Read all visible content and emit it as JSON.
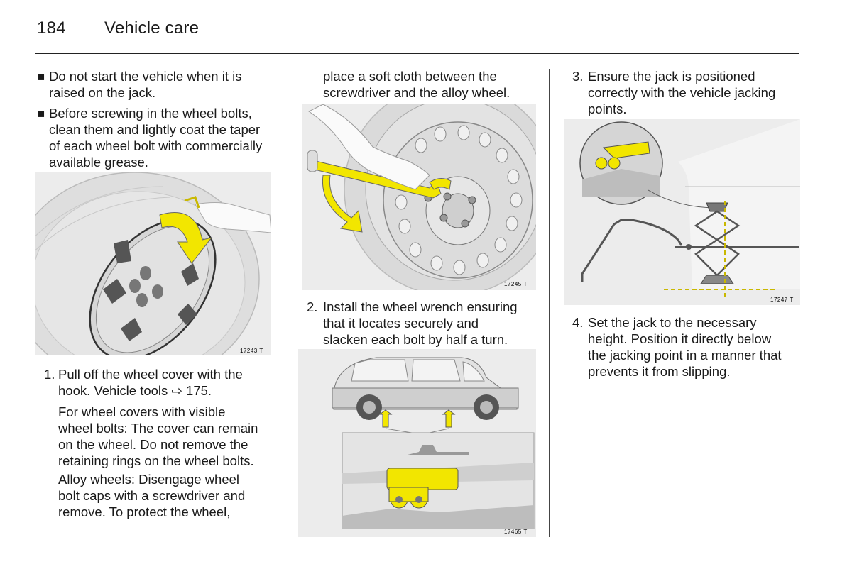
{
  "header": {
    "page_number": "184",
    "section_title": "Vehicle care"
  },
  "col1": {
    "bullets": [
      "Do not start the vehicle when it is raised on the jack.",
      "Before screwing in the wheel bolts, clean them and lightly coat the taper of each wheel bolt with commercially available grease."
    ],
    "bullet_symbol": "■",
    "figure_code": "17243 T",
    "step1_num": "1.",
    "step1_text": [
      "Pull off the wheel cover with the",
      "hook. Vehicle tools ⇨ 175."
    ],
    "para1": [
      "For wheel covers with visible",
      "wheel bolts: The cover can remain",
      "on the wheel. Do not remove the",
      "retaining rings on the wheel bolts."
    ],
    "para2": [
      "Alloy wheels: Disengage wheel",
      "bolt caps with a screwdriver and",
      "remove. To protect the wheel,"
    ]
  },
  "col2": {
    "cont": [
      "place a soft cloth between the",
      "screwdriver and the alloy wheel."
    ],
    "figure1_code": "17245 T",
    "step2_num": "2.",
    "step2_text": [
      "Install the wheel wrench ensuring",
      "that it locates securely and",
      "slacken each bolt by half a turn."
    ],
    "figure2_code": "17465 T"
  },
  "col3": {
    "step3_num": "3.",
    "step3_text": [
      "Ensure the jack is positioned",
      "correctly with the vehicle jacking",
      "points."
    ],
    "figure_code": "17247 T",
    "step4_num": "4.",
    "step4_text": [
      "Set the jack to the necessary",
      "height. Position it directly below",
      "the jacking point in a manner that",
      "prevents it from slipping."
    ]
  },
  "colors": {
    "accent_yellow": "#f2e600",
    "figure_bg": "#ebebeb",
    "text": "#1a1a1a"
  }
}
